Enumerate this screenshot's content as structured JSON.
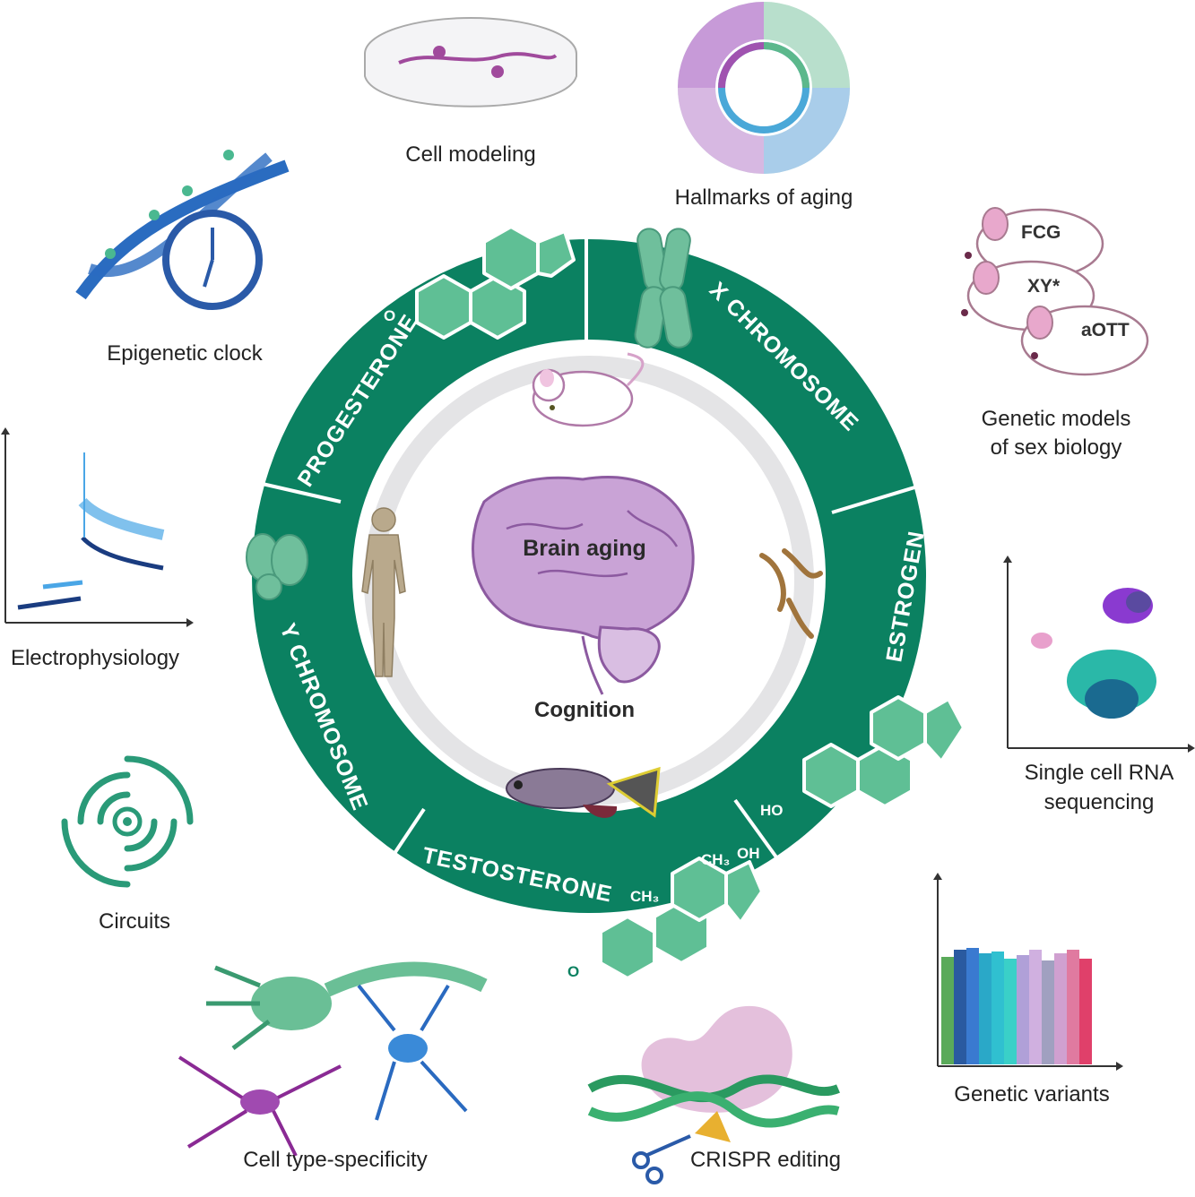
{
  "center": {
    "title": "Brain aging",
    "subtitle": "Cognition"
  },
  "ring": {
    "segments": [
      "PROGESTERONE",
      "X CHROMOSOME",
      "ESTROGEN",
      "TESTOSTERONE",
      "Y CHROMOSOME"
    ],
    "chemical_labels": {
      "progesterone_o": "O",
      "estrogen_oh": "OH",
      "estrogen_ho": "HO",
      "testosterone_ch3_a": "CH₃",
      "testosterone_ch3_b": "CH₃",
      "testosterone_oh": "OH",
      "testosterone_o": "O"
    }
  },
  "outer_labels": {
    "cell_modeling": "Cell modeling",
    "hallmarks": "Hallmarks of aging",
    "epigenetic_clock": "Epigenetic clock",
    "genetic_models_line1": "Genetic models",
    "genetic_models_line2": "of sex biology",
    "electrophysiology": "Electrophysiology",
    "scrna_line1": "Single cell RNA",
    "scrna_line2": "sequencing",
    "circuits": "Circuits",
    "genetic_variants": "Genetic variants",
    "cell_type": "Cell type-specificity",
    "crispr": "CRISPR editing"
  },
  "mouse_models": [
    "FCG",
    "XY*",
    "aOTT"
  ],
  "colors": {
    "ring_green": "#0b8161",
    "light_green": "#5fbf95",
    "brain_purple": "#c9a3d6",
    "gray_ring": "#e4e4e6",
    "blue": "#3a7cc8",
    "purple": "#8a2a94"
  }
}
